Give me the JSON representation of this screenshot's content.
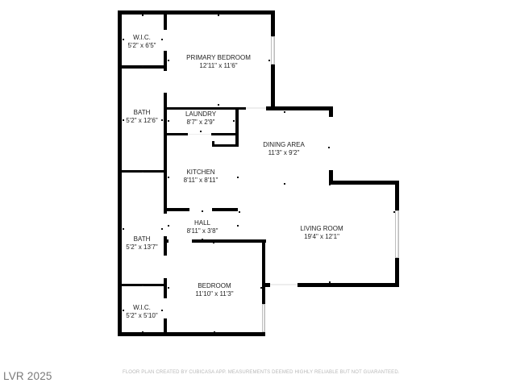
{
  "floor_plan": {
    "rooms": [
      {
        "name": "W.I.C.",
        "dims": "5'2\" x 6'5\""
      },
      {
        "name": "PRIMARY BEDROOM",
        "dims": "12'11\" x 11'6\""
      },
      {
        "name": "BATH",
        "dims": "5'2\" x 12'6\""
      },
      {
        "name": "LAUNDRY",
        "dims": "8'7\" x 2'9\""
      },
      {
        "name": "DINING AREA",
        "dims": "11'3\" x 9'2\""
      },
      {
        "name": "KITCHEN",
        "dims": "8'11\" x 8'11\""
      },
      {
        "name": "HALL",
        "dims": "8'11\" x 3'8\""
      },
      {
        "name": "LIVING ROOM",
        "dims": "19'4\" x 12'1\""
      },
      {
        "name": "BATH",
        "dims": "5'2\" x 13'7\""
      },
      {
        "name": "BEDROOM",
        "dims": "11'10\" x 11'3\""
      },
      {
        "name": "W.I.C.",
        "dims": "5'2\" x 5'10\""
      }
    ],
    "wall_color": "#000000",
    "window_color": "#bdbdbd"
  },
  "footer": {
    "brand": "LVR 2025",
    "disclaimer": "FLOOR PLAN CREATED BY CUBICASA APP. MEASUREMENTS DEEMED HIGHLY RELIABLE BUT NOT GUARANTEED."
  }
}
